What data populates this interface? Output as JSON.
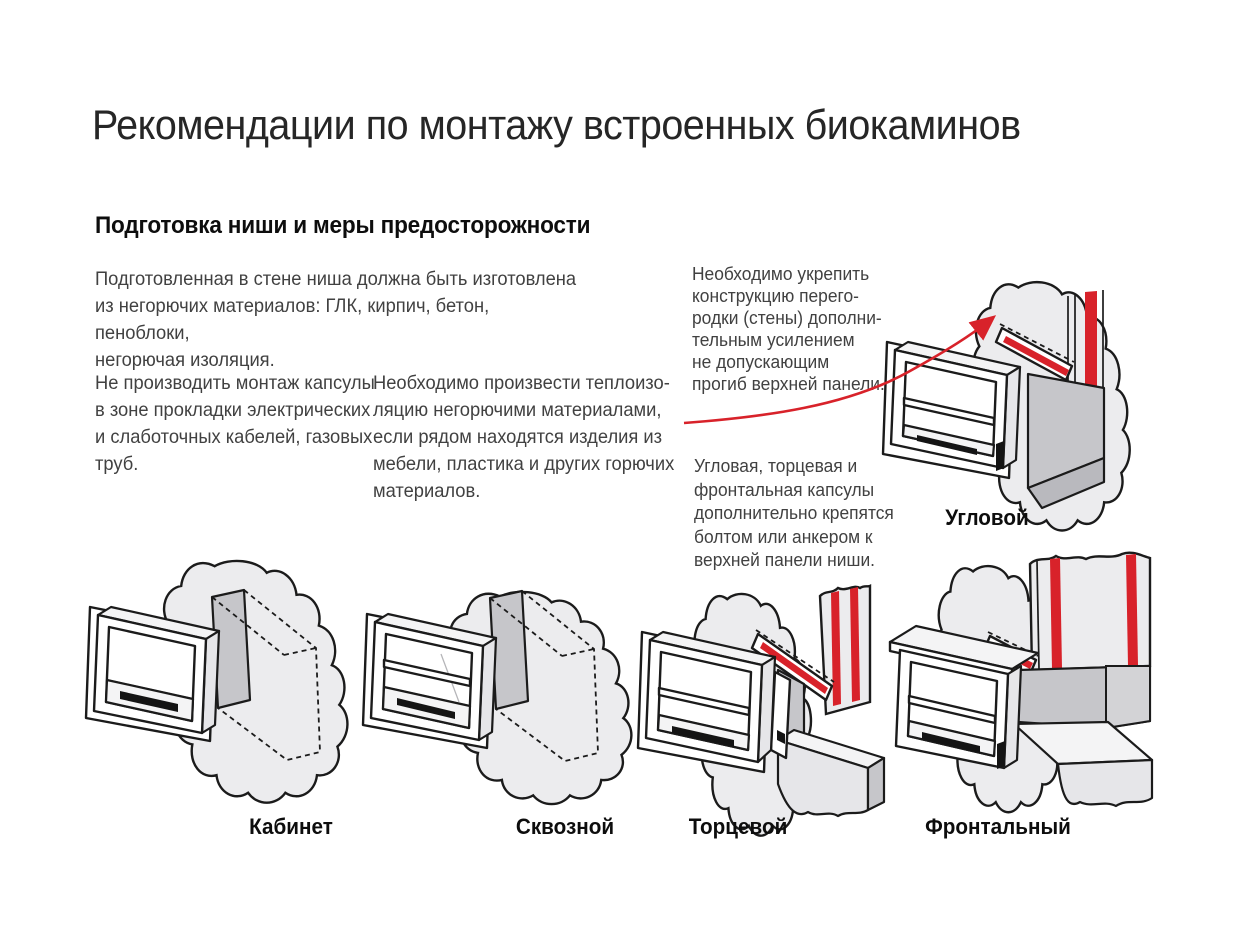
{
  "page": {
    "title": "Рекомендации по монтажу встроенных биокаминов",
    "section_heading": "Подготовка ниши и меры предосторожности"
  },
  "paragraphs": {
    "intro": "Подготовленная в стене ниша должна быть изготовлена\nиз негорючих материалов: ГЛК, кирпич, бетон, пеноблоки,\nнегорючая изоляция.",
    "no_cables": "Не производить монтаж капсулы\nв зоне прокладки электрических\nи слаботочных кабелей, газовых\nтруб.",
    "insulation": "Необходимо произвести теплоизо-\nляцию негорючими материалами,\nесли рядом находятся изделия из\nмебели, пластика и других горючих\nматериалов.",
    "reinforce": "Необходимо укрепить\nконструкцию перего-\nродки (стены) дополни-\nтельным усилением\nне допускающим\nпрогиб верхней панели.",
    "anchoring": "Угловая, торцевая и\nфронтальная капсулы\nдополнительно крепятся\nболтом или анкером к\nверхней панели ниши."
  },
  "diagrams": {
    "corner": {
      "label": "Угловой"
    },
    "cabinet": {
      "label": "Кабинет"
    },
    "through": {
      "label": "Сквозной"
    },
    "end": {
      "label": "Торцевой"
    },
    "frontal": {
      "label": "Фронтальный"
    }
  },
  "colors": {
    "accent_red": "#d8222a",
    "wall_fill": "#ececee",
    "niche_gray": "#c6c6ca",
    "outline": "#1b1b1b",
    "body_text": "#414141",
    "heading_text": "#0d0d0d"
  }
}
